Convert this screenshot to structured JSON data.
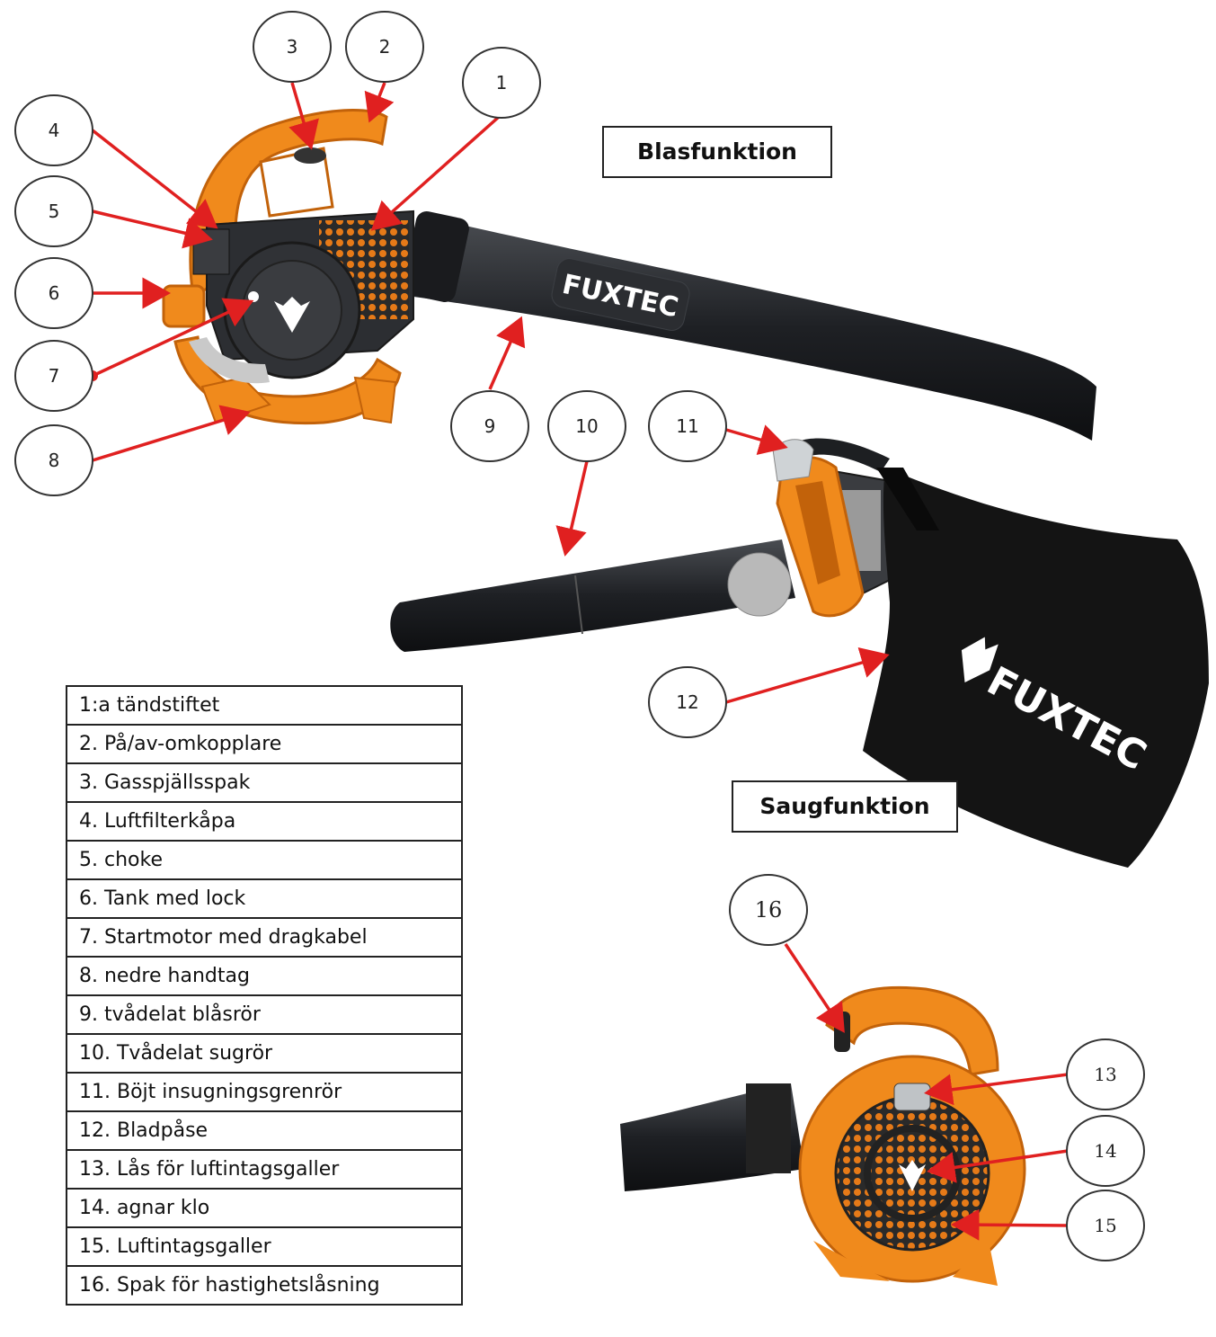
{
  "titles": {
    "blow": "Blasfunktion",
    "suction": "Saugfunktion"
  },
  "brand": {
    "logo_text": "FUXTEC"
  },
  "callouts": [
    "1",
    "2",
    "3",
    "4",
    "5",
    "6",
    "7",
    "8",
    "9",
    "10",
    "11",
    "12",
    "13",
    "14",
    "15",
    "16"
  ],
  "legend": [
    "1:a tändstiftet",
    "2. På/av-omkopplare",
    "3. Gasspjällsspak",
    "4. Luftfilterkåpa",
    "5. choke",
    "6. Tank med lock",
    "7. Startmotor med dragkabel",
    "8. nedre handtag",
    "9. tvådelat blåsrör",
    "10. Tvådelat sugrör",
    "11. Böjt insugningsgrenrör",
    "12. Bladpåse",
    "13. Lås för luftintagsgaller",
    "14. agnar klo",
    "15. Luftintagsgaller",
    "16. Spak för hastighetslåsning"
  ],
  "colors": {
    "body_orange": "#f08a1c",
    "dark_orange": "#c2620a",
    "tube_black": "#202226",
    "arrow_red": "#e02020",
    "outline": "#333333"
  }
}
